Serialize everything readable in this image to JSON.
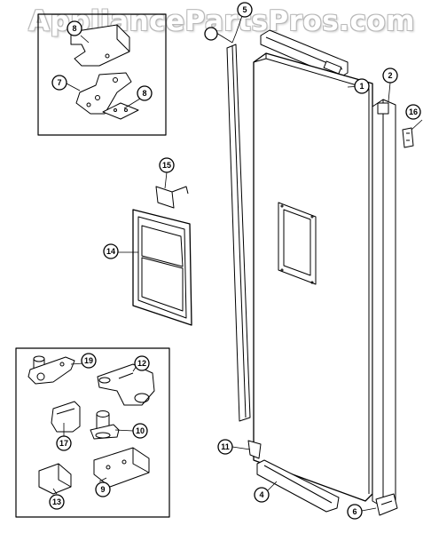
{
  "watermark": "AppliancePartsPros.com",
  "callouts": [
    {
      "id": "c1",
      "label": "1"
    },
    {
      "id": "c2",
      "label": "2"
    },
    {
      "id": "c4",
      "label": "4"
    },
    {
      "id": "c5",
      "label": "5"
    },
    {
      "id": "c6",
      "label": "6"
    },
    {
      "id": "c7",
      "label": "7"
    },
    {
      "id": "c8a",
      "label": "8"
    },
    {
      "id": "c8b",
      "label": "8"
    },
    {
      "id": "c9",
      "label": "9"
    },
    {
      "id": "c10",
      "label": "10"
    },
    {
      "id": "c11",
      "label": "11"
    },
    {
      "id": "c12",
      "label": "12"
    },
    {
      "id": "c13",
      "label": "13"
    },
    {
      "id": "c14",
      "label": "14"
    },
    {
      "id": "c15",
      "label": "15"
    },
    {
      "id": "c16",
      "label": "16"
    },
    {
      "id": "c17",
      "label": "17"
    },
    {
      "id": "c19",
      "label": "19"
    },
    {
      "id": "cSeal",
      "label": ""
    }
  ]
}
